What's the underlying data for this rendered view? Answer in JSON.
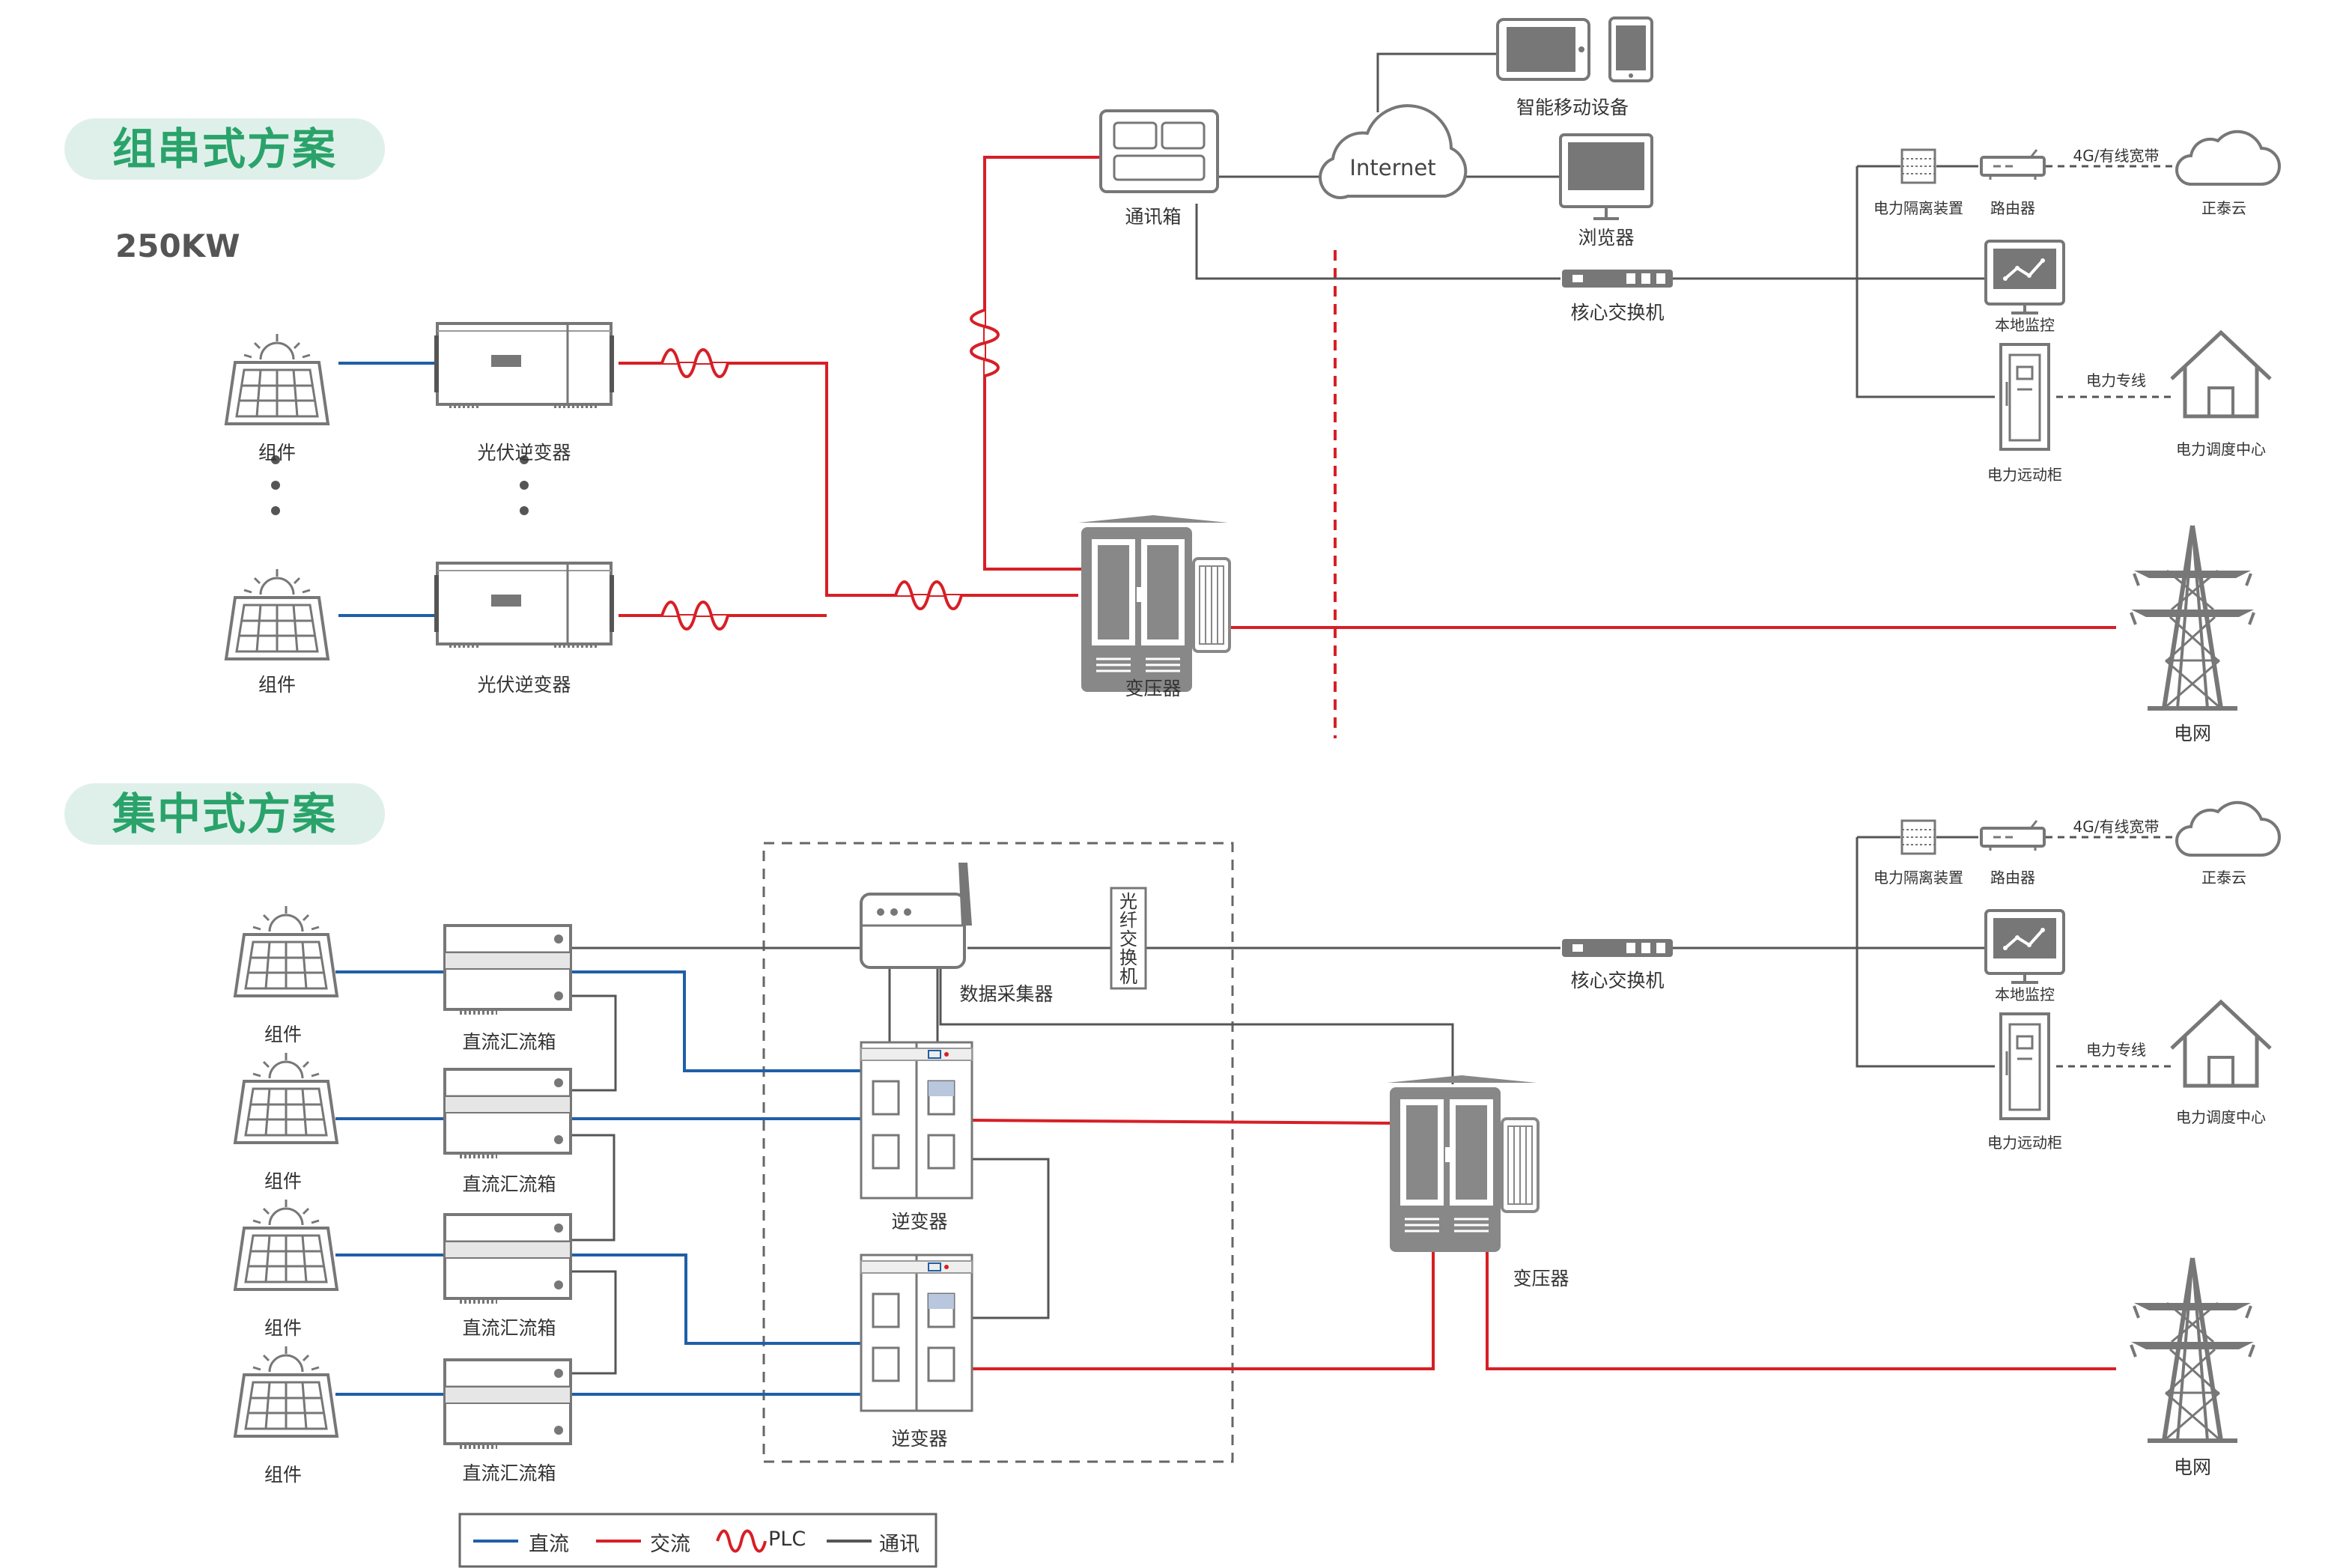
{
  "colors": {
    "dc": "#1f5fa8",
    "ac": "#d71f26",
    "comm": "#555555",
    "device": "#777777",
    "title_green": "#2aa36b",
    "pill_bg": "#dff0ea"
  },
  "section_string": {
    "title": "组串式方案",
    "capacity": "250KW",
    "module_label": "组件",
    "inverter_label": "光伏逆变器",
    "comm_box_label": "通讯箱",
    "transformer_label": "变压器",
    "internet_label": "Internet",
    "mobile_label": "智能移动设备",
    "browser_label": "浏览器",
    "core_switch_label": "核心交换机",
    "isolation_label": "电力隔离装置",
    "router_label": "路由器",
    "broadband_label": "4G/有线宽带",
    "cloud_label": "正泰云",
    "local_monitor_label": "本地监控",
    "dedicated_line_label": "电力专线",
    "dispatch_label": "电力调度中心",
    "remote_cabinet_label": "电力远动柜",
    "grid_label": "电网"
  },
  "section_central": {
    "title": "集中式方案",
    "module_label": "组件",
    "combiner_label": "直流汇流箱",
    "collector_label": "数据采集器",
    "fiber_switch_label": "光纤交换机",
    "inverter_label": "逆变器",
    "transformer_label": "变压器",
    "core_switch_label": "核心交换机",
    "isolation_label": "电力隔离装置",
    "router_label": "路由器",
    "broadband_label": "4G/有线宽带",
    "cloud_label": "正泰云",
    "local_monitor_label": "本地监控",
    "dedicated_line_label": "电力专线",
    "dispatch_label": "电力调度中心",
    "remote_cabinet_label": "电力远动柜",
    "grid_label": "电网"
  },
  "legend": {
    "dc": "直流",
    "ac": "交流",
    "plc": "PLC",
    "comm": "通讯"
  }
}
